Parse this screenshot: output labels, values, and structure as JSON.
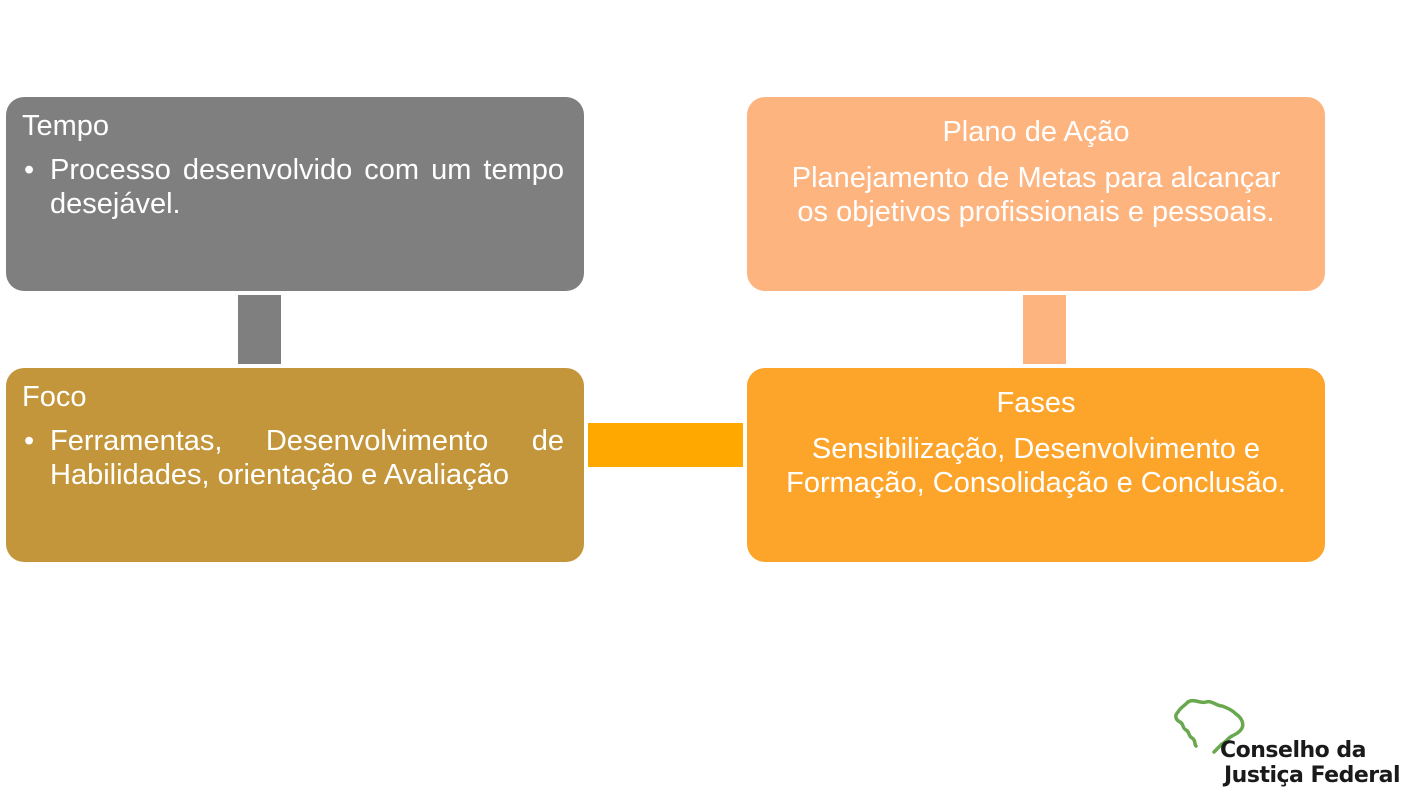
{
  "diagram": {
    "boxes": {
      "tempo": {
        "title": "Tempo",
        "bullet": "•",
        "text": "Processo desenvolvido com um tempo desejável.",
        "color": "#7f7f7f"
      },
      "plano_de_acao": {
        "title": "Plano de Ação",
        "text": "Planejamento de Metas para alcançar os objetivos profissionais e pessoais.",
        "color": "#fdb47f"
      },
      "foco": {
        "title": "Foco",
        "bullet": "•",
        "text": "Ferramentas, Desenvolvimento de Habilidades, orientação e Avaliação",
        "color": "#c4963c"
      },
      "fases": {
        "title": "Fases",
        "text": "Sensibilização, Desenvolvimento e Formação, Consolidação e Conclusão.",
        "color": "#fda52b"
      }
    },
    "connectors": {
      "tempo_foco": "#7f7f7f",
      "plano_fases": "#fdb47f",
      "foco_fases": "#fea800"
    }
  },
  "logo": {
    "icon": "brazil-map-icon",
    "line1": "Conselho da",
    "line2": "Justiça Federal",
    "color": "#6aa84f"
  }
}
